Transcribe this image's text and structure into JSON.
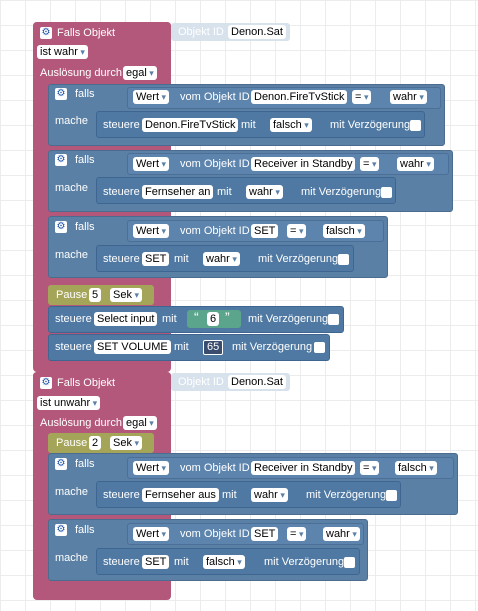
{
  "words": {
    "falls_objekt": "Falls Objekt",
    "objekt_id": "Objekt ID",
    "ausloesung": "Auslösung durch",
    "falls": "falls",
    "mache": "mache",
    "wert": "Wert",
    "vom_objekt_id": "vom Objekt ID",
    "steuere": "steuere",
    "mit": "mit",
    "mit_verzoegerung": "mit Verzögerung",
    "pause": "Pause",
    "sek": "Sek",
    "eq": "=",
    "quote_open": "“",
    "quote_close": "”"
  },
  "trigger1": {
    "object_id": "Denon.Sat",
    "condition": "ist wahr",
    "trigger": "egal",
    "if1": {
      "object": "Denon.FireTvStick",
      "value": "wahr",
      "target": "Denon.FireTvStick",
      "set": "falsch"
    },
    "if2": {
      "object": "Receiver in Standby",
      "value": "wahr",
      "target": "Fernseher an",
      "set": "wahr"
    },
    "if3": {
      "object": "SET",
      "value": "falsch",
      "target": "SET",
      "set": "wahr"
    },
    "pause_value": "5",
    "steuere1": {
      "target": "Select input",
      "value": "6"
    },
    "steuere2": {
      "target": "SET VOLUME",
      "value": "65"
    }
  },
  "trigger2": {
    "object_id": "Denon.Sat",
    "condition": "ist unwahr",
    "trigger": "egal",
    "pause_value": "2",
    "if1": {
      "object": "Receiver in Standby",
      "value": "falsch",
      "target": "Fernseher aus",
      "set": "wahr"
    },
    "if2": {
      "object": "SET",
      "value": "wahr",
      "target": "SET",
      "set": "falsch"
    }
  }
}
